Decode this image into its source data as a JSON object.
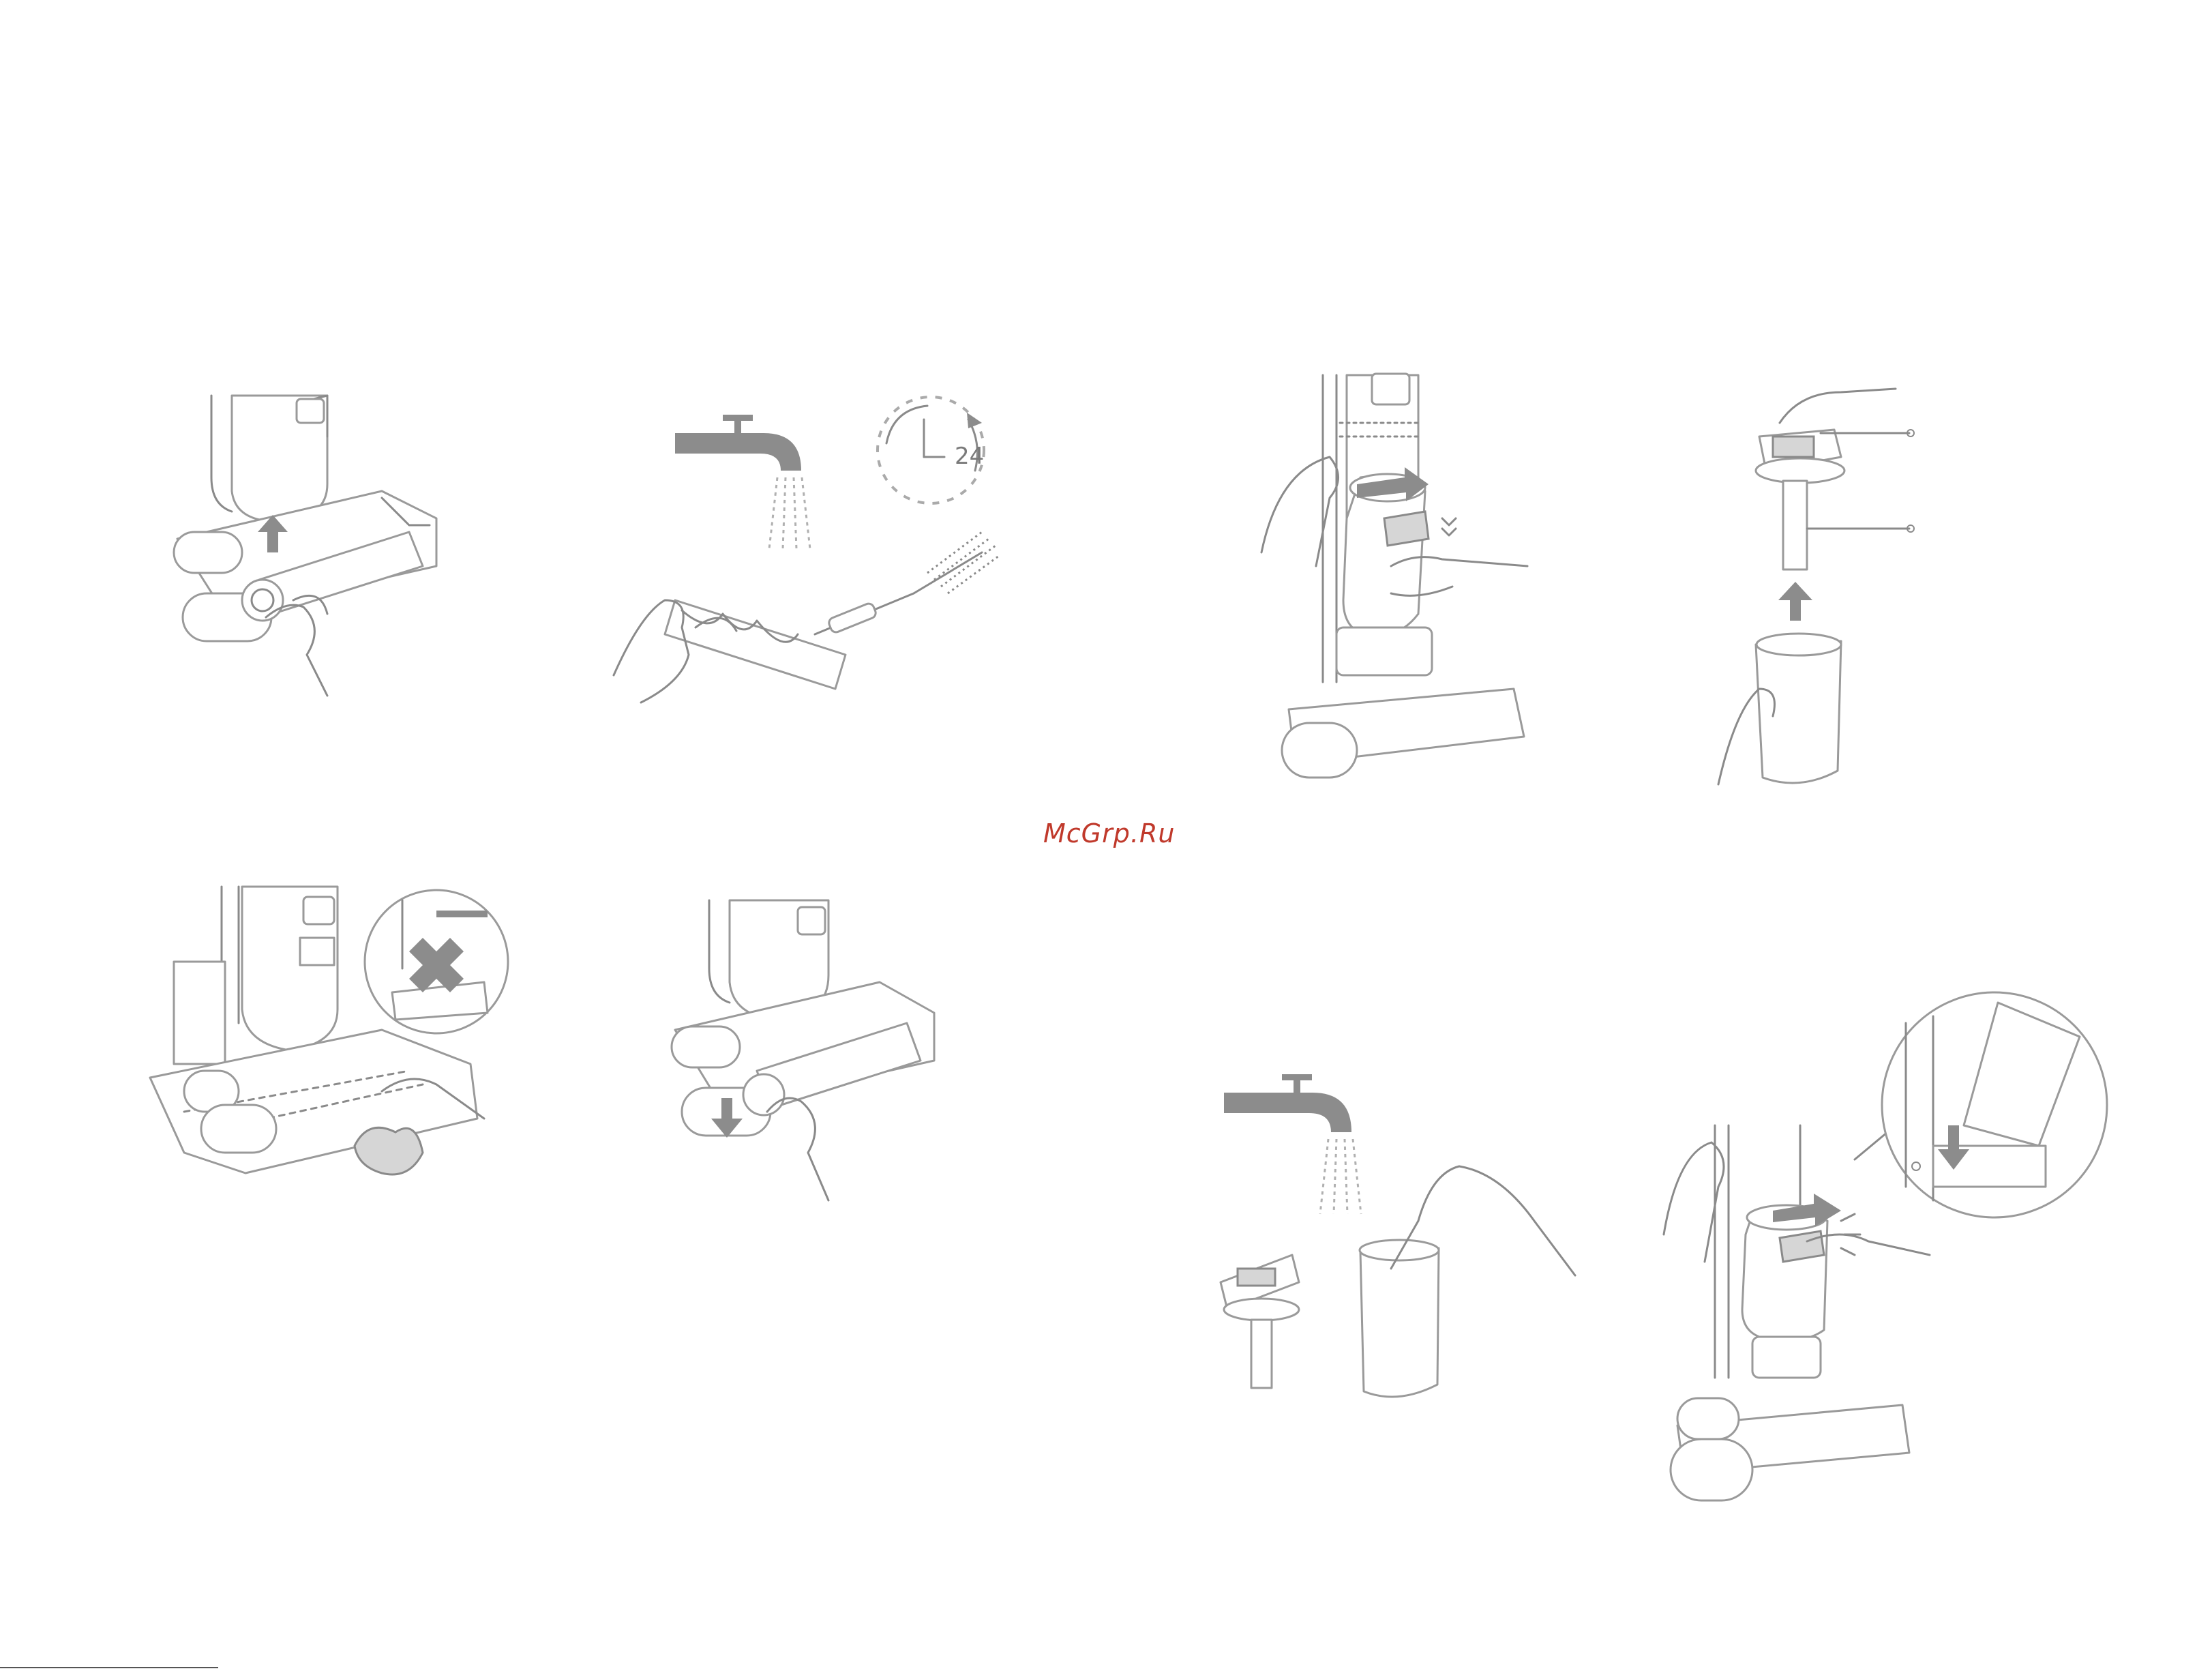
{
  "watermark": "McGrp.Ru",
  "clock_label": "24",
  "accent_color": "#c0392b",
  "line_color": "#8a8a8a",
  "icons": [
    "arrow-up-icon",
    "arrow-down-icon",
    "arrow-right-icon",
    "faucet-icon",
    "water-spray-icon",
    "clock-24h-icon",
    "cleaning-brush-icon",
    "cross-mark-icon",
    "callout-circle"
  ]
}
